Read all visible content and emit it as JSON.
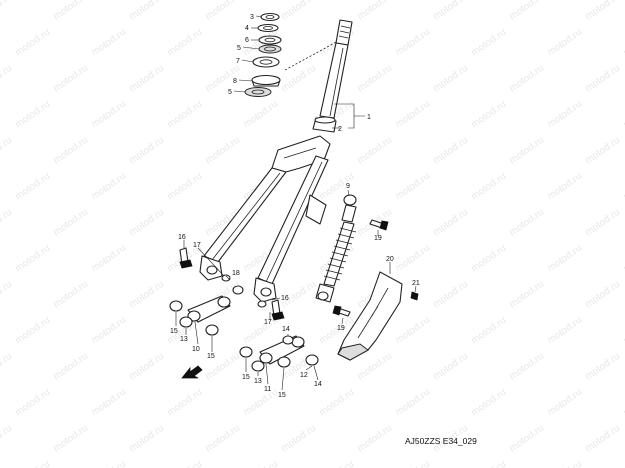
{
  "watermark": "motod.ru",
  "diagram_code": "AJ50ZZS E34_029",
  "callouts": {
    "c1": "1",
    "c2": "2",
    "c3": "3",
    "c4": "4",
    "c5a": "5",
    "c5b": "5",
    "c6": "6",
    "c7": "7",
    "c8": "8",
    "c9": "9",
    "c10": "10",
    "c11": "11",
    "c12": "12",
    "c13a": "13",
    "c13b": "13",
    "c14a": "14",
    "c14b": "14",
    "c15a": "15",
    "c15b": "15",
    "c15c": "15",
    "c15d": "15",
    "c16a": "16",
    "c16b": "16",
    "c17a": "17",
    "c17b": "17",
    "c18": "18",
    "c19a": "19",
    "c19b": "19",
    "c20": "20",
    "c21": "21"
  }
}
